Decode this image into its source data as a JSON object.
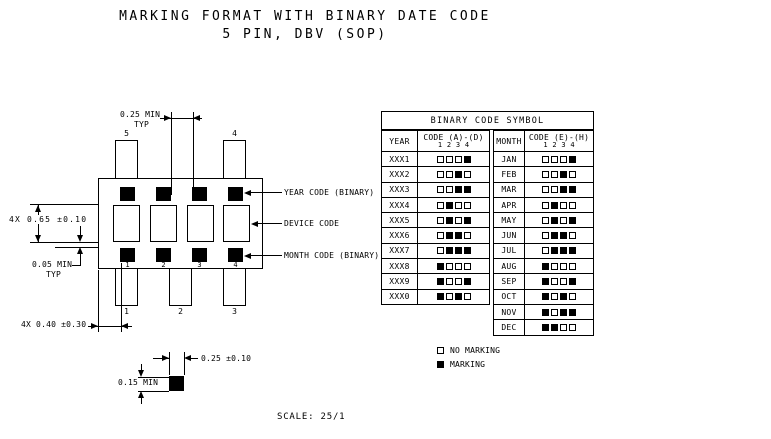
{
  "title": {
    "line1": "MARKING FORMAT WITH BINARY DATE CODE",
    "line2": "5 PIN, DBV (SOP)"
  },
  "package": {
    "top_pin_labels": [
      "5",
      "4"
    ],
    "bottom_pin_labels": [
      "1",
      "2",
      "3"
    ],
    "mark_column_labels": [
      "1",
      "2",
      "3",
      "4"
    ],
    "callouts": {
      "year": "YEAR CODE (BINARY)",
      "device": "DEVICE CODE",
      "month": "MONTH CODE (BINARY)"
    }
  },
  "dimensions": {
    "mark_gap": "0.25 MIN",
    "mark_gap_typ": "TYP",
    "char_height": "4X 0.65 ±0.10",
    "row_gap": "0.05 MIN",
    "row_gap_typ": "TYP",
    "mark_offset": "4X 0.40 ±0.30",
    "detail_width": "0.25 ±0.10",
    "detail_height": "0.15 MIN"
  },
  "table": {
    "title": "BINARY CODE SYMBOL",
    "columns": {
      "year": "YEAR",
      "year_code": "CODE (A)-(D)",
      "month": "MONTH",
      "month_code": "CODE (E)-(H)",
      "bit_numbers": [
        "1",
        "2",
        "3",
        "4"
      ]
    },
    "years": [
      {
        "label": "XXX1",
        "code": [
          0,
          0,
          0,
          1
        ]
      },
      {
        "label": "XXX2",
        "code": [
          0,
          0,
          1,
          0
        ]
      },
      {
        "label": "XXX3",
        "code": [
          0,
          0,
          1,
          1
        ]
      },
      {
        "label": "XXX4",
        "code": [
          0,
          1,
          0,
          0
        ]
      },
      {
        "label": "XXX5",
        "code": [
          0,
          1,
          0,
          1
        ]
      },
      {
        "label": "XXX6",
        "code": [
          0,
          1,
          1,
          0
        ]
      },
      {
        "label": "XXX7",
        "code": [
          0,
          1,
          1,
          1
        ]
      },
      {
        "label": "XXX8",
        "code": [
          1,
          0,
          0,
          0
        ]
      },
      {
        "label": "XXX9",
        "code": [
          1,
          0,
          0,
          1
        ]
      },
      {
        "label": "XXX0",
        "code": [
          1,
          0,
          1,
          0
        ]
      }
    ],
    "months": [
      {
        "label": "JAN",
        "code": [
          0,
          0,
          0,
          1
        ]
      },
      {
        "label": "FEB",
        "code": [
          0,
          0,
          1,
          0
        ]
      },
      {
        "label": "MAR",
        "code": [
          0,
          0,
          1,
          1
        ]
      },
      {
        "label": "APR",
        "code": [
          0,
          1,
          0,
          0
        ]
      },
      {
        "label": "MAY",
        "code": [
          0,
          1,
          0,
          1
        ]
      },
      {
        "label": "JUN",
        "code": [
          0,
          1,
          1,
          0
        ]
      },
      {
        "label": "JUL",
        "code": [
          0,
          1,
          1,
          1
        ]
      },
      {
        "label": "AUG",
        "code": [
          1,
          0,
          0,
          0
        ]
      },
      {
        "label": "SEP",
        "code": [
          1,
          0,
          0,
          1
        ]
      },
      {
        "label": "OCT",
        "code": [
          1,
          0,
          1,
          0
        ]
      },
      {
        "label": "NOV",
        "code": [
          1,
          0,
          1,
          1
        ]
      },
      {
        "label": "DEC",
        "code": [
          1,
          1,
          0,
          0
        ]
      }
    ]
  },
  "legend": {
    "no_marking": "NO MARKING",
    "marking": "MARKING"
  },
  "scale_note": "SCALE: 25/1"
}
